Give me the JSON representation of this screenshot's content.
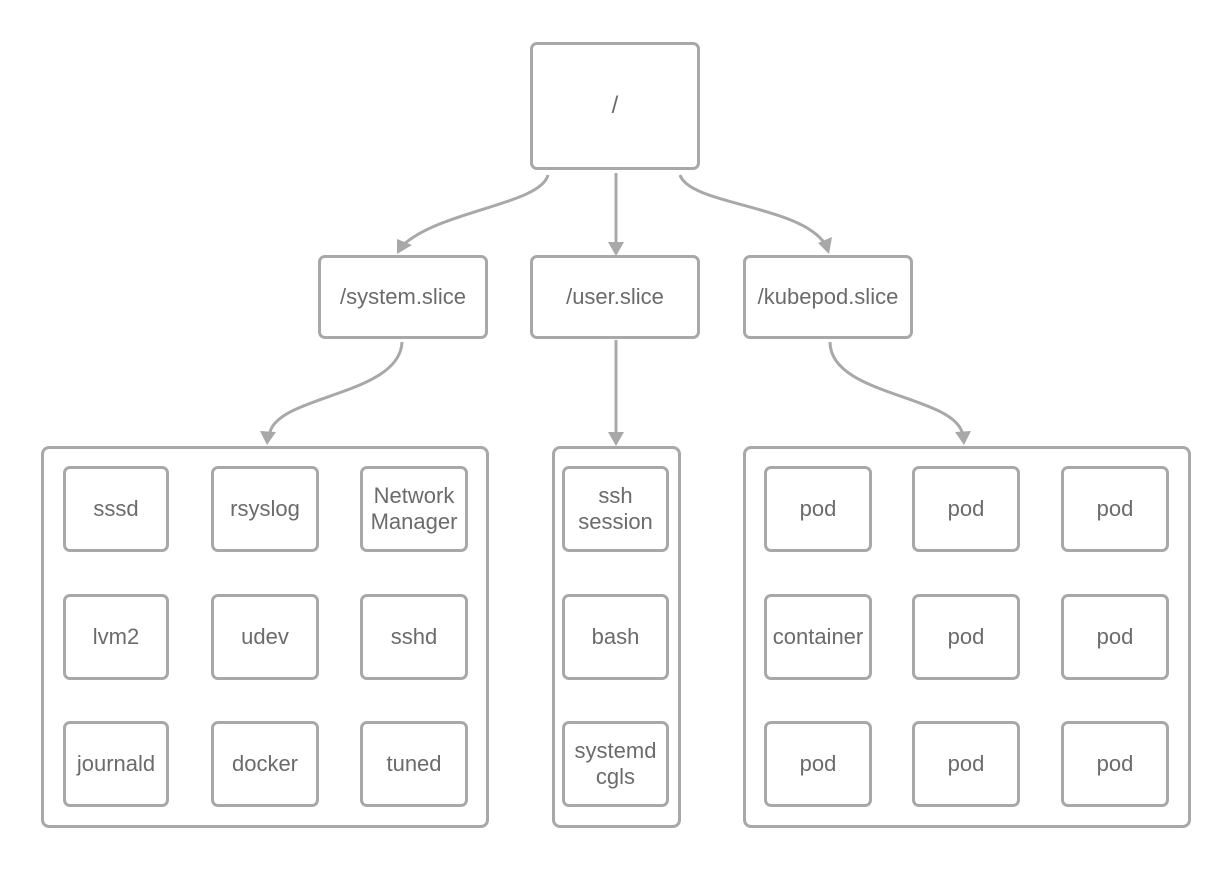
{
  "root": {
    "label": "/"
  },
  "slices": {
    "system": {
      "label": "/system.slice"
    },
    "user": {
      "label": "/user.slice"
    },
    "kubepod": {
      "label": "/kubepod.slice"
    }
  },
  "system_items": [
    "sssd",
    "rsyslog",
    "Network\nManager",
    "lvm2",
    "udev",
    "sshd",
    "journald",
    "docker",
    "tuned"
  ],
  "user_items": [
    "ssh\nsession",
    "bash",
    "systemd\ncgls"
  ],
  "kubepod_items": [
    "pod",
    "pod",
    "pod",
    "container",
    "pod",
    "pod",
    "pod",
    "pod",
    "pod"
  ],
  "colors": {
    "stroke": "#a8a8a8",
    "text": "#6b6b6b",
    "background": "#ffffff"
  }
}
